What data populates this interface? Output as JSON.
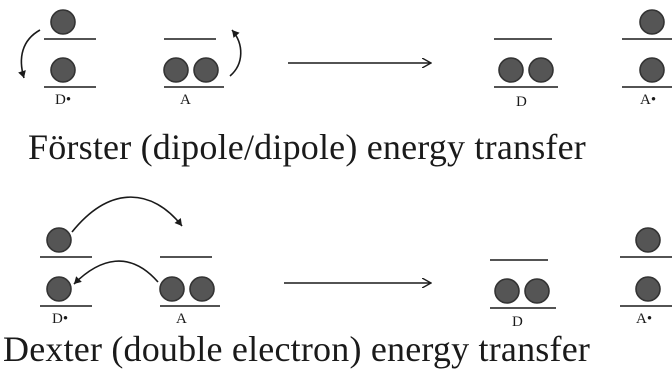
{
  "colors": {
    "electron": "#555555",
    "ink": "#1a1a1a"
  },
  "forster": {
    "title": "Förster (dipole/dipole) energy transfer",
    "labels": {
      "donor_before": "D•",
      "acceptor_before": "A",
      "donor_after": "D",
      "acceptor_after": "A•"
    }
  },
  "dexter": {
    "title": "Dexter (double electron) energy transfer",
    "labels": {
      "donor_before": "D•",
      "acceptor_before": "A",
      "donor_after": "D",
      "acceptor_after": "A•"
    }
  }
}
